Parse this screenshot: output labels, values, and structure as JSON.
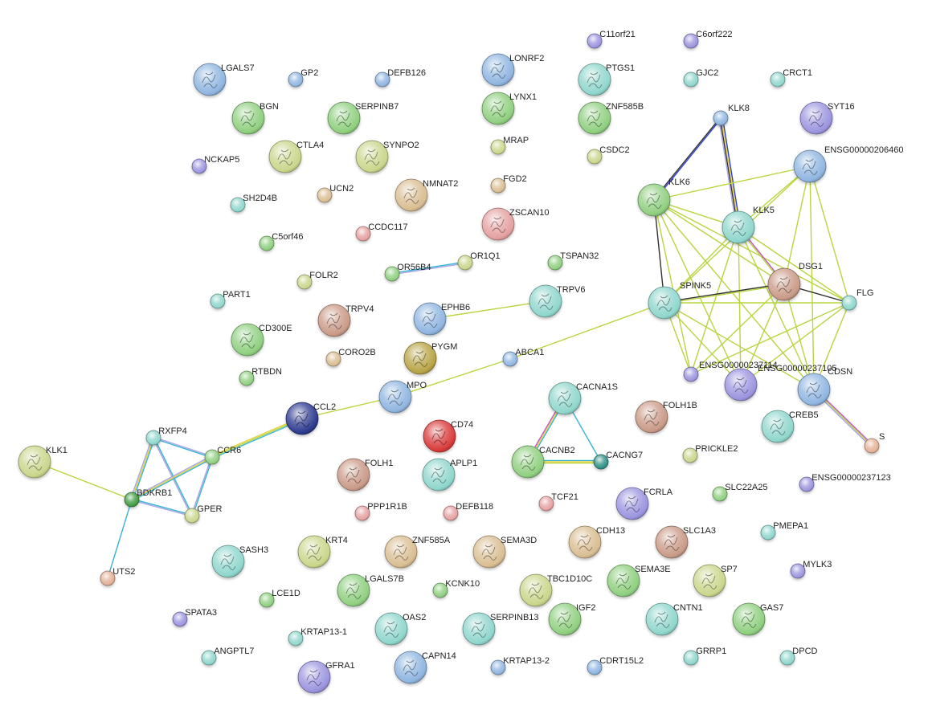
{
  "palette": {
    "green": "#8fcf7f",
    "teal": "#8fd6cc",
    "blue": "#8fb5e0",
    "purple": "#9b94df",
    "olive": "#c9d68b",
    "tan": "#d9bd92",
    "salmon": "#e5a0a0",
    "brown": "#c99a87",
    "darknavy": "#2c3a8f",
    "red": "#d83a3a",
    "yellowbrown": "#b8a446",
    "darkgreen": "#3f9a3f",
    "darkteal": "#2f8f84",
    "peach": "#e3b096"
  },
  "edge_colors": {
    "textmining": "#b7d63f",
    "coexpression": "#333333",
    "database": "#38b3d6",
    "experiments": "#c74fc7",
    "homology": "#a8a4e6",
    "neighborhood": "#2f3fdc",
    "yellowish": "#e8d23a"
  },
  "nodes": [
    {
      "id": "LGALS7",
      "label": "LGALS7",
      "color": "blue",
      "big": true
    },
    {
      "id": "GP2",
      "label": "GP2",
      "color": "blue",
      "big": false
    },
    {
      "id": "DEFB126",
      "label": "DEFB126",
      "color": "blue",
      "big": false
    },
    {
      "id": "LONRF2",
      "label": "LONRF2",
      "color": "blue",
      "big": true
    },
    {
      "id": "C11orf21",
      "label": "C11orf21",
      "color": "purple",
      "big": false
    },
    {
      "id": "C6orf222",
      "label": "C6orf222",
      "color": "purple",
      "big": false
    },
    {
      "id": "PTGS1",
      "label": "PTGS1",
      "color": "teal",
      "big": true
    },
    {
      "id": "GJC2",
      "label": "GJC2",
      "color": "teal",
      "big": false
    },
    {
      "id": "CRCT1",
      "label": "CRCT1",
      "color": "teal",
      "big": false
    },
    {
      "id": "KLK8",
      "label": "KLK8",
      "color": "blue",
      "big": false
    },
    {
      "id": "SYT16",
      "label": "SYT16",
      "color": "purple",
      "big": true
    },
    {
      "id": "BGN",
      "label": "BGN",
      "color": "green",
      "big": true
    },
    {
      "id": "SERPINB7",
      "label": "SERPINB7",
      "color": "green",
      "big": true
    },
    {
      "id": "LYNX1",
      "label": "LYNX1",
      "color": "green",
      "big": true
    },
    {
      "id": "ZNF585B",
      "label": "ZNF585B",
      "color": "green",
      "big": true
    },
    {
      "id": "ENSG00000206460",
      "label": "ENSG00000206460",
      "color": "blue",
      "big": true
    },
    {
      "id": "NCKAP5",
      "label": "NCKAP5",
      "color": "purple",
      "big": false
    },
    {
      "id": "CTLA4",
      "label": "CTLA4",
      "color": "olive",
      "big": true
    },
    {
      "id": "SYNPO2",
      "label": "SYNPO2",
      "color": "olive",
      "big": true
    },
    {
      "id": "MRAP",
      "label": "MRAP",
      "color": "olive",
      "big": false
    },
    {
      "id": "CSDC2",
      "label": "CSDC2",
      "color": "olive",
      "big": false
    },
    {
      "id": "FGD2",
      "label": "FGD2",
      "color": "tan",
      "big": false
    },
    {
      "id": "NMNAT2",
      "label": "NMNAT2",
      "color": "tan",
      "big": true
    },
    {
      "id": "UCN2",
      "label": "UCN2",
      "color": "tan",
      "big": false
    },
    {
      "id": "SH2D4B",
      "label": "SH2D4B",
      "color": "teal",
      "big": false
    },
    {
      "id": "KLK6",
      "label": "KLK6",
      "color": "green",
      "big": true
    },
    {
      "id": "KLK5",
      "label": "KLK5",
      "color": "teal",
      "big": true
    },
    {
      "id": "ZSCAN10",
      "label": "ZSCAN10",
      "color": "salmon",
      "big": true
    },
    {
      "id": "CCDC117",
      "label": "CCDC117",
      "color": "salmon",
      "big": false
    },
    {
      "id": "C5orf46",
      "label": "C5orf46",
      "color": "green",
      "big": false
    },
    {
      "id": "OR1Q1",
      "label": "OR1Q1",
      "color": "olive",
      "big": false
    },
    {
      "id": "OR56B4",
      "label": "OR56B4",
      "color": "green",
      "big": false
    },
    {
      "id": "TSPAN32",
      "label": "TSPAN32",
      "color": "green",
      "big": false
    },
    {
      "id": "DSG1",
      "label": "DSG1",
      "color": "brown",
      "big": true
    },
    {
      "id": "FOLR2",
      "label": "FOLR2",
      "color": "olive",
      "big": false
    },
    {
      "id": "PART1",
      "label": "PART1",
      "color": "teal",
      "big": false
    },
    {
      "id": "TRPV6",
      "label": "TRPV6",
      "color": "teal",
      "big": true
    },
    {
      "id": "SPINK5",
      "label": "SPINK5",
      "color": "teal",
      "big": true
    },
    {
      "id": "FLG",
      "label": "FLG",
      "color": "teal",
      "big": false
    },
    {
      "id": "TRPV4",
      "label": "TRPV4",
      "color": "brown",
      "big": true
    },
    {
      "id": "EPHB6",
      "label": "EPHB6",
      "color": "blue",
      "big": true
    },
    {
      "id": "CD300E",
      "label": "CD300E",
      "color": "green",
      "big": true
    },
    {
      "id": "CORO2B",
      "label": "CORO2B",
      "color": "tan",
      "big": false
    },
    {
      "id": "PYGM",
      "label": "PYGM",
      "color": "yellowbrown",
      "big": true
    },
    {
      "id": "ABCA1",
      "label": "ABCA1",
      "color": "blue",
      "big": false
    },
    {
      "id": "ENSG00000237114",
      "label": "ENSG00000237114",
      "color": "purple",
      "big": false
    },
    {
      "id": "ENSG00000237105",
      "label": "ENSG00000237105",
      "color": "purple",
      "big": true
    },
    {
      "id": "CDSN",
      "label": "CDSN",
      "color": "blue",
      "big": true
    },
    {
      "id": "RTBDN",
      "label": "RTBDN",
      "color": "green",
      "big": false
    },
    {
      "id": "MPO",
      "label": "MPO",
      "color": "blue",
      "big": true
    },
    {
      "id": "CCL2",
      "label": "CCL2",
      "color": "darknavy",
      "big": true
    },
    {
      "id": "CACNA1S",
      "label": "CACNA1S",
      "color": "teal",
      "big": true
    },
    {
      "id": "FOLH1B",
      "label": "FOLH1B",
      "color": "brown",
      "big": true
    },
    {
      "id": "CREB5",
      "label": "CREB5",
      "color": "teal",
      "big": true
    },
    {
      "id": "CD74",
      "label": "CD74",
      "color": "red",
      "big": true
    },
    {
      "id": "S",
      "label": "S",
      "color": "peach",
      "big": false
    },
    {
      "id": "KLK1",
      "label": "KLK1",
      "color": "olive",
      "big": true
    },
    {
      "id": "RXFP4",
      "label": "RXFP4",
      "color": "teal",
      "big": false
    },
    {
      "id": "CCR6",
      "label": "CCR6",
      "color": "green",
      "big": false
    },
    {
      "id": "CACNB2",
      "label": "CACNB2",
      "color": "green",
      "big": true
    },
    {
      "id": "CACNG7",
      "label": "CACNG7",
      "color": "darkteal",
      "big": false
    },
    {
      "id": "PRICKLE2",
      "label": "PRICKLE2",
      "color": "olive",
      "big": false
    },
    {
      "id": "BDKRB1",
      "label": "BDKRB1",
      "color": "darkgreen",
      "big": false
    },
    {
      "id": "FOLH1",
      "label": "FOLH1",
      "color": "brown",
      "big": true
    },
    {
      "id": "APLP1",
      "label": "APLP1",
      "color": "teal",
      "big": true
    },
    {
      "id": "ENSG00000237123",
      "label": "ENSG00000237123",
      "color": "purple",
      "big": false
    },
    {
      "id": "GPER",
      "label": "GPER",
      "color": "olive",
      "big": false
    },
    {
      "id": "PPP1R1B",
      "label": "PPP1R1B",
      "color": "salmon",
      "big": false
    },
    {
      "id": "DEFB118",
      "label": "DEFB118",
      "color": "salmon",
      "big": false
    },
    {
      "id": "TCF21",
      "label": "TCF21",
      "color": "salmon",
      "big": false
    },
    {
      "id": "FCRLA",
      "label": "FCRLA",
      "color": "purple",
      "big": true
    },
    {
      "id": "SLC22A25",
      "label": "SLC22A25",
      "color": "green",
      "big": false
    },
    {
      "id": "PMEPA1",
      "label": "PMEPA1",
      "color": "teal",
      "big": false
    },
    {
      "id": "SASH3",
      "label": "SASH3",
      "color": "teal",
      "big": true
    },
    {
      "id": "KRT4",
      "label": "KRT4",
      "color": "olive",
      "big": true
    },
    {
      "id": "ZNF585A",
      "label": "ZNF585A",
      "color": "tan",
      "big": true
    },
    {
      "id": "SEMA3D",
      "label": "SEMA3D",
      "color": "tan",
      "big": true
    },
    {
      "id": "CDH13",
      "label": "CDH13",
      "color": "tan",
      "big": true
    },
    {
      "id": "SLC1A3",
      "label": "SLC1A3",
      "color": "brown",
      "big": true
    },
    {
      "id": "MYLK3",
      "label": "MYLK3",
      "color": "purple",
      "big": false
    },
    {
      "id": "UTS2",
      "label": "UTS2",
      "color": "peach",
      "big": false
    },
    {
      "id": "LGALS7B",
      "label": "LGALS7B",
      "color": "green",
      "big": true
    },
    {
      "id": "KCNK10",
      "label": "KCNK10",
      "color": "green",
      "big": false
    },
    {
      "id": "TBC1D10C",
      "label": "TBC1D10C",
      "color": "olive",
      "big": true
    },
    {
      "id": "SEMA3E",
      "label": "SEMA3E",
      "color": "green",
      "big": true
    },
    {
      "id": "SP7",
      "label": "SP7",
      "color": "olive",
      "big": true
    },
    {
      "id": "LCE1D",
      "label": "LCE1D",
      "color": "green",
      "big": false
    },
    {
      "id": "SPATA3",
      "label": "SPATA3",
      "color": "purple",
      "big": false
    },
    {
      "id": "KRTAP13-1",
      "label": "KRTAP13-1",
      "color": "teal",
      "big": false
    },
    {
      "id": "OAS2",
      "label": "OAS2",
      "color": "teal",
      "big": true
    },
    {
      "id": "SERPINB13",
      "label": "SERPINB13",
      "color": "teal",
      "big": true
    },
    {
      "id": "IGF2",
      "label": "IGF2",
      "color": "green",
      "big": true
    },
    {
      "id": "CNTN1",
      "label": "CNTN1",
      "color": "teal",
      "big": true
    },
    {
      "id": "GAS7",
      "label": "GAS7",
      "color": "green",
      "big": true
    },
    {
      "id": "ANGPTL7",
      "label": "ANGPTL7",
      "color": "teal",
      "big": false
    },
    {
      "id": "GFRA1",
      "label": "GFRA1",
      "color": "purple",
      "big": true
    },
    {
      "id": "CAPN14",
      "label": "CAPN14",
      "color": "blue",
      "big": true
    },
    {
      "id": "KRTAP13-2",
      "label": "KRTAP13-2",
      "color": "blue",
      "big": false
    },
    {
      "id": "CDRT15L2",
      "label": "CDRT15L2",
      "color": "blue",
      "big": false
    },
    {
      "id": "GRRP1",
      "label": "GRRP1",
      "color": "teal",
      "big": false
    },
    {
      "id": "DPCD",
      "label": "DPCD",
      "color": "teal",
      "big": false
    }
  ],
  "edges": [
    {
      "a": "KLK8",
      "b": "KLK6",
      "colors": [
        "neighborhood",
        "coexpression"
      ]
    },
    {
      "a": "KLK8",
      "b": "KLK5",
      "colors": [
        "neighborhood",
        "yellowish",
        "coexpression",
        "homology"
      ]
    },
    {
      "a": "KLK6",
      "b": "KLK5",
      "colors": [
        "textmining"
      ]
    },
    {
      "a": "KLK6",
      "b": "ENSG00000206460",
      "colors": [
        "textmining"
      ]
    },
    {
      "a": "KLK6",
      "b": "SPINK5",
      "colors": [
        "coexpression"
      ]
    },
    {
      "a": "KLK6",
      "b": "DSG1",
      "colors": [
        "textmining"
      ]
    },
    {
      "a": "KLK6",
      "b": "FLG",
      "colors": [
        "textmining"
      ]
    },
    {
      "a": "KLK6",
      "b": "ENSG00000237114",
      "colors": [
        "textmining"
      ]
    },
    {
      "a": "KLK6",
      "b": "ENSG00000237105",
      "colors": [
        "textmining"
      ]
    },
    {
      "a": "KLK6",
      "b": "CDSN",
      "colors": [
        "textmining"
      ]
    },
    {
      "a": "KLK5",
      "b": "ENSG00000206460",
      "colors": [
        "textmining"
      ]
    },
    {
      "a": "KLK5",
      "b": "SPINK5",
      "colors": [
        "textmining"
      ]
    },
    {
      "a": "KLK5",
      "b": "DSG1",
      "colors": [
        "experiments",
        "textmining"
      ]
    },
    {
      "a": "KLK5",
      "b": "FLG",
      "colors": [
        "textmining"
      ]
    },
    {
      "a": "KLK5",
      "b": "ENSG00000237114",
      "colors": [
        "textmining"
      ]
    },
    {
      "a": "KLK5",
      "b": "ENSG00000237105",
      "colors": [
        "textmining"
      ]
    },
    {
      "a": "KLK5",
      "b": "CDSN",
      "colors": [
        "textmining"
      ]
    },
    {
      "a": "ENSG00000206460",
      "b": "SPINK5",
      "colors": [
        "textmining"
      ]
    },
    {
      "a": "ENSG00000206460",
      "b": "DSG1",
      "colors": [
        "textmining"
      ]
    },
    {
      "a": "ENSG00000206460",
      "b": "FLG",
      "colors": [
        "textmining"
      ]
    },
    {
      "a": "ENSG00000206460",
      "b": "CDSN",
      "colors": [
        "textmining"
      ]
    },
    {
      "a": "SPINK5",
      "b": "DSG1",
      "colors": [
        "coexpression",
        "textmining"
      ]
    },
    {
      "a": "SPINK5",
      "b": "FLG",
      "colors": [
        "textmining"
      ]
    },
    {
      "a": "SPINK5",
      "b": "ENSG00000237114",
      "colors": [
        "textmining"
      ]
    },
    {
      "a": "SPINK5",
      "b": "ENSG00000237105",
      "colors": [
        "textmining"
      ]
    },
    {
      "a": "SPINK5",
      "b": "CDSN",
      "colors": [
        "textmining"
      ]
    },
    {
      "a": "SPINK5",
      "b": "ABCA1",
      "colors": [
        "textmining"
      ]
    },
    {
      "a": "DSG1",
      "b": "FLG",
      "colors": [
        "coexpression"
      ]
    },
    {
      "a": "DSG1",
      "b": "ENSG00000237114",
      "colors": [
        "textmining"
      ]
    },
    {
      "a": "DSG1",
      "b": "ENSG00000237105",
      "colors": [
        "textmining"
      ]
    },
    {
      "a": "DSG1",
      "b": "CDSN",
      "colors": [
        "textmining"
      ]
    },
    {
      "a": "FLG",
      "b": "ENSG00000237114",
      "colors": [
        "textmining"
      ]
    },
    {
      "a": "FLG",
      "b": "ENSG00000237105",
      "colors": [
        "textmining"
      ]
    },
    {
      "a": "FLG",
      "b": "CDSN",
      "colors": [
        "textmining"
      ]
    },
    {
      "a": "CDSN",
      "b": "S",
      "colors": [
        "experiments",
        "textmining",
        "homology"
      ]
    },
    {
      "a": "EPHB6",
      "b": "TRPV6",
      "colors": [
        "textmining"
      ]
    },
    {
      "a": "OR56B4",
      "b": "OR1Q1",
      "colors": [
        "database",
        "homology"
      ]
    },
    {
      "a": "ABCA1",
      "b": "MPO",
      "colors": [
        "textmining"
      ]
    },
    {
      "a": "MPO",
      "b": "CCL2",
      "colors": [
        "textmining"
      ]
    },
    {
      "a": "CCL2",
      "b": "CCR6",
      "colors": [
        "database",
        "textmining",
        "yellowish"
      ]
    },
    {
      "a": "CACNA1S",
      "b": "CACNB2",
      "colors": [
        "database",
        "yellowish",
        "experiments"
      ]
    },
    {
      "a": "CACNA1S",
      "b": "CACNG7",
      "colors": [
        "database"
      ]
    },
    {
      "a": "CACNB2",
      "b": "CACNG7",
      "colors": [
        "database",
        "yellowish",
        "textmining"
      ]
    },
    {
      "a": "RXFP4",
      "b": "CCR6",
      "colors": [
        "homology",
        "database"
      ]
    },
    {
      "a": "RXFP4",
      "b": "BDKRB1",
      "colors": [
        "database",
        "yellowish",
        "homology"
      ]
    },
    {
      "a": "RXFP4",
      "b": "GPER",
      "colors": [
        "database",
        "homology"
      ]
    },
    {
      "a": "CCR6",
      "b": "BDKRB1",
      "colors": [
        "database",
        "yellowish",
        "homology"
      ]
    },
    {
      "a": "CCR6",
      "b": "GPER",
      "colors": [
        "database",
        "homology"
      ]
    },
    {
      "a": "BDKRB1",
      "b": "GPER",
      "colors": [
        "database",
        "homology"
      ]
    },
    {
      "a": "KLK1",
      "b": "BDKRB1",
      "colors": [
        "textmining"
      ]
    },
    {
      "a": "BDKRB1",
      "b": "UTS2",
      "colors": [
        "database"
      ]
    }
  ]
}
